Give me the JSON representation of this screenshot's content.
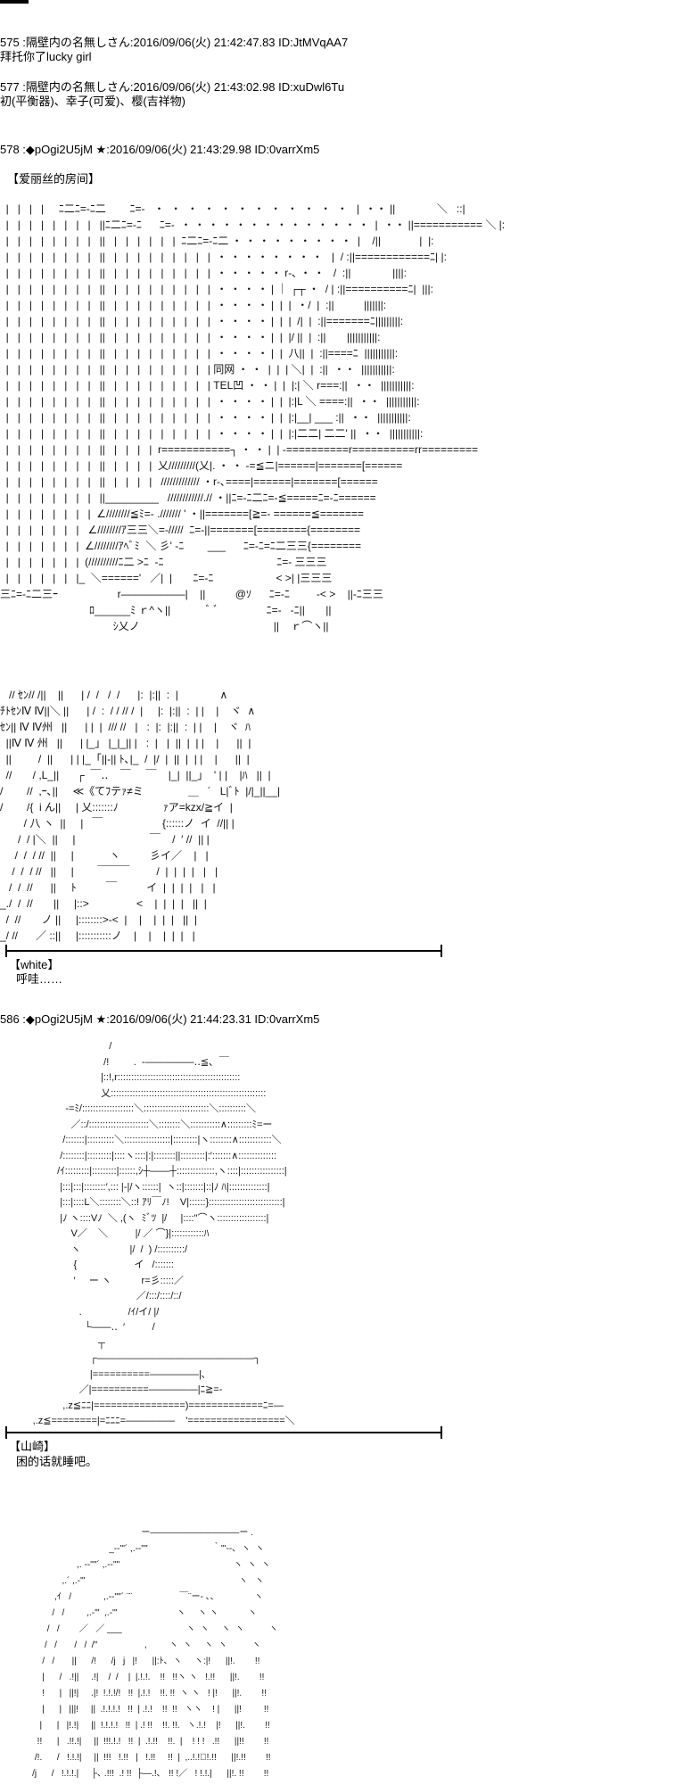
{
  "posts": [
    {
      "header": "575 :隔壁内の名無しさん:2016/09/06(火) 21:42:47.83 ID:JtMVqAA7",
      "body": "拜托你了lucky girl"
    },
    {
      "header": "577 :隔壁内の名無しさん:2016/09/06(火) 21:43:02.98 ID:xuDwl6Tu",
      "body": "初(平衡器)、幸子(可爱)、樱(吉祥物)"
    },
    {
      "header": "578 :◆pOgi2U5jM ★:2016/09/06(火) 21:43:29.98 ID:0varrXm5",
      "body": "【爱丽丝的房间】"
    },
    {
      "header": "586 :◆pOgi2U5jM ★:2016/09/06(火) 21:44:23.31 ID:0varrXm5"
    }
  ],
  "dialogue": [
    {
      "speaker": "【white】",
      "line": "呼哇……"
    },
    {
      "speaker": "【山崎】",
      "line": "困的话就睡吧。"
    }
  ],
  "art": {
    "room": "  |   |   |   |     ﾆ二ﾆ=-ﾆ二        ﾆ=-   ・  ・  ・  ・  ・  ・  ・  ・  ・  ・  ・  ・   |  ・・ ||              ＼   ::|\n  |   |   |   |   |   |   |   |   ||ﾆ二ﾆ=-ﾆ      ﾆ=-  ・ ・ ・ ・ ・ ・ ・ ・ ・ ・ ・ ・ ・ ・  |  ・・ ||=========== ＼ |:\n  |   |   |   |   |   |   |   |   ||   |   |   |   |   |   |  ﾆ二ﾆ=-ﾆ二 ・ ・ ・ ・ ・ ・ ・ ・ ・  |    /||             |  |:\n  |   |   |   |   |   |   |   |   ||   |   |   |   |   |   |   |   |   |  ・ ・ ・ ・ ・ ・ ・ ・   |  / :||============ﾆ| |:\n  |   |   |   |   |   |   |   |   ||   |   |   |   |   |   |   |   |   |  ・ ・ ・ ・ ・ r-､ ・ ・   /  :||              ||||:\n  |   |   |   |   |   |   |   |   ||   |   |   |   |   |   |   |   |   |  ・ ・ ・ ・ | ｜ ┌┬ ・  / | :||==========ﾆ|  |||:\n  |   |   |   |   |   |   |   |   ||   |   |   |   |   |   |   |   |   |  ・ ・ ・ ・ |  |  |  ・/  |  :||          |||||||:\n  |   |   |   |   |   |   |   |   ||   |   |   |   |   |   |   |   |   |  ・ ・ ・ ・ |  |  |  /|  |  :||=======ﾆ|||||||||:\n  |   |   |   |   |   |   |   |   ||   |   |   |   |   |   |   |   |   |  ・ ・ ・ ・ |  |  |/ ||  |  :||       |||||||||||:\n  |   |   |   |   |   |   |   |   ||   |   |   |   |   |   |   |   |   |  ・ ・ ・ ・ |  |  八||  |  :||====ﾆ  |||||||||||:\n  |   |   |   |   |   |   |   |   ||   |   |   |   |   |   |   |   |   | 同网 ・ ・  |  |  | ＼|  |  :||  ・・  |||||||||||:\n  |   |   |   |   |   |   |   |   ||   |   |   |   |   |   |   |   |   | TEL凹 ・ ・ |  |  |:| ＼ r===:||  ・・  |||||||||||:\n  |   |   |   |   |   |   |   |   ||   |   |   |   |   |   |   |   |   |  ・ ・ ・ ・ |  |  |:|L ＼ ====:||  ・・  |||||||||||:\n  |   |   |   |   |   |   |   |   ||   |   |   |   |   |   |   |   |   |  ・ ・ ・ ・ |  |  |:|__| ___ :||  ・・  |||||||||||:\n  |   |   |   |   |   |   |   |   ||   |   |   |   |   |   |   |   |   |  ・ ・ ・ ・ |  |  |:|二二| 二二' ||  ・・  |||||||||||:\n  |   |   |   |   |   |   |   |   ||   |   |   |   |  r===========┐ ・ ・ |  | -==========r==========rr=========\n  |   |   |   |   |   |   |   |   ||   |   |   |   |  乂/////////(乂|. ・ ・ -=≦ニ|======|=======[======\n  |   |   |   |   |   |   |   |   ||   |   |   |   |   ///////////// ・r-､====|======|=======[======\n  |   |   |   |   |   |   |   |   ||_________   ////////////.// ・||ﾆ=-ﾆ二ﾆ=-≦=====ﾆ=-ﾆ======\n  |   |   |   |   |   |   |   |  ∠////////≦ﾐ=- ./////// ' ・||=======[≧=- ======≦=======\n  |   |   |   |   |   |   |   ∠////////ｱ三三＼=-/////  ﾆ=-||=======[========{========\n  |   |   |   |   |   |   |  ∠////////ｱﾍﾞﾐ  ＼ 彡' -ﾆ        ___      ﾆ=-ﾆ=ﾆ二三三{========\n  |   |   |   |   |   |   |  (//////////ﾆ二 >ﾆ  -ﾆ                                      ﾆ=- 三三三\n  |   |   |   |   |   |   |_  ＼======'   ／|  |       ﾆ=-ﾆ                     < >| |三三三\n三ﾆ=-ﾆ二三ｰ                    r――――――|    ||          @ｿ      ﾆ=-ﾆ         -< >    ||-ﾆ三三\n                              ﾛ______ﾐ ｒ^ヽ||            ﾞ ﾞ                ﾆ=-   -ﾆ||       ||\n                                      ｼ乂ノ                                             ||    ｒ⌒ヽ||",
    "white_face": "   // ｾﾝ// /||    ||      | /  /   /  /      |:  |:||  :  |              ∧\nﾁﾄｾﾝⅣ Ⅳ||＼ ||      | /  :  / / // /  |     |:  |:||  :  | |    |    ヾ  ∧\nｾﾝ|| Ⅳ Ⅳ州   ||      | |  |  /// //   |   :  |:  |:||  :  | |    |    ヾ  ﾊ\n  ||Ⅳ Ⅳ 州   ||      | |_」 |_|_|| |   :  |   |  ||  |  | |    |      ||  |\n  ||         /  ||      | | |_「||‐|| ﾄ､|_  /  |/  |  ||  |  | |    |      ||  |\n  //       / ,L_||      ┌  ￣‥    ￣     ￣    |_|  ||_」  ' | |    |ﾊ   ||  |\n/        //  ,ｰ､||     ≪《てﾌテｧ≠ミ               ＿   ´   L|ﾞﾄ  |/|_||__|\n/        /{  i ん||     | 乂:::::::ﾉ               ｧア=kzx/≧イ  |\n        / 八 ヽ  ||     |   ￣                    {::::::ノ  イ  //|| |\n      /  / |＼  ||     |                         ￣    /  ′ //  || |\n     /  /  / //  ||     |            ヽ          彡イ／    |   |\n    /  /  / //   ||     |        ￣￣￣         /  |  |  |  |   |   |\n   /  /  //      ||     ﾄ          ￣          イ  |  |  |  |   |   |\n_./  /  //       ||     |::>                <    |  |  |  |   ||  |\n  /  //       ノ ||     |::::::::>-<  |    |    |  |  |   ||  |\n_/ //      ／ ::||     |:::::::::::ノ    |    |    |  |  |   |",
    "yamazaki_face": "                                        /\n                                      /!         .  -―――――‥≦､  ￣\n                                     |::!,r:::::::::::::::::::::::::::::::::::::::::::::\n                                     乂:::::::::::::::::::::::::::::::::::::::::::::::::::::::::\n                        -=ﾐ/:::::::::::::::::::＼::::::::::::::::::::::::＼::::::::::＼\n                          ／::/::::::::::::::::::::::＼::::::::＼:::::::::::∧:::::::::ﾐ=ー\n                       /:::::::|::::::::::＼:::::::::::::::::|:::::::::|ヽ::::::::∧::::::::::::＼\n                      /::::::::|:::::::::|::::ヽ::::|:|::::::::||:::::::::|:′:::::::∧::::::::::::::\n                     /ｲ:::::::::|:::::::::|::::::,ｼ┼――┼::::::::::::::,ヽ::::|::::::::::::::::|\n                      |:::|:::|::::::::′,::: |‐|/ヽ::::::|  ヽ::|:::::::|::|ﾉ ﾊ|::::::::::::::|\n                      |:::|::::L＼::::::::＼::! ｱﾘ￣ﾉ!    V|::::::}:::::::::::::::::::::::::::|\n                      |ﾉ ヽ::::Vﾉ  ＼ ,(ヽ  ﾐﾞﾂ  |/     |::::\"⌒ヽ::::::::::::::::::|\n                          V／    ＼          |/ ／ ⌒}|::::::::::::ﾊ\n                          ヽ                  |/  /  ) /::::::::::/\n                           {                     イ   /:::::::\n                           ′     ー ヽ           r=彡:::::／\n                                                  ／/:::/::::/::/\n                             .                 /ｲ/イ/ |/\n                               └――‥  ′          /\n                                    ┬\n                                 ┌――――――――――――――――┐\n                                 |==========―――――|､\n                             ／|==========―――――|ﾆ≧=-\n                       ,.z≦ﾆﾆ|================)=============ﾆ=―\n            ,.z≦========|=ﾆﾆﾆ=―――――    '=================＼",
    "hair_top": "                                                         ー――――――――――ー .\n                                            _-‐'\"´ ,.-‐''\"                          ｀'''‐-､  ヽ  ヽ\n                               ,. -‐''\"´ ,.-‐''\"                                              ヽ  ヽ  ヽ\n                         ,.´ ,.-'\"                                                              ヽ   ヽ\n                      ,ｲ   /             ,.-‐''\"´ ¨¨                   ￣¨ー‐ ､､                ヽ\n                     /   /         ,.-'\"  ,.-'\"                        ヽ     ヽ ヽ            ヽ\n                   /   /        ／   ／ ___                          ヽ  ヽ     ヽ  ヽ          ヽ\n                  /   /       /   /  /\"                   ,         ヽ  ヽ     ヽ  ヽ          ヽ\n                 /   /       ||      /!      /j   j   |!      ||:ﾄ､  ヽ     ヽ:|!      ||!.        !!\n                 |      /   .!||     .!|    /  /    |  |.!.!.    !!   !!ヽ ヽ   !.!!      ||!.        !!\n                 !      |   ||!|     .|!  !.!.!/!   !!  |.!.!    !!. !!  ヽ ヽ   ! |!      ||!.        !!\n                 |      |   |||!     ||  .!.!.!.!   !!  | .!.!    !!  !!   ヽヽ    ! |      ||!         !!\n                |      |   |!.!|     ||  !.!.!.!   !!  | .! !!    !!. !!.   ヽ.!.!    |!      ||!.        !!\n               !!      |   .!!.!|     ||  !!!.!.!   !!  |  .!.!!    !!.  |    ! ! !   .!!      ||!!        !!\n              /!.      /   !.!.!|     ||  !!!   !.!!   |   !.!!     !!  |  ,..!.!ﾞ!.!!      ||!.!!        !!\n             /j      /   !.!.!.|     ├､ .!!!  .! !!  ├―.!､   !! !／   ! !.!.|      ||!. !!        !!\n           //  ｲ      !!   !.!.!.!!    !「ヽ!!ﾞ\"!.!!__   ! ヽ__」|/ﾞ\"   ..‥ｲｰｱ|      ||!.  !!        !!"
  }
}
